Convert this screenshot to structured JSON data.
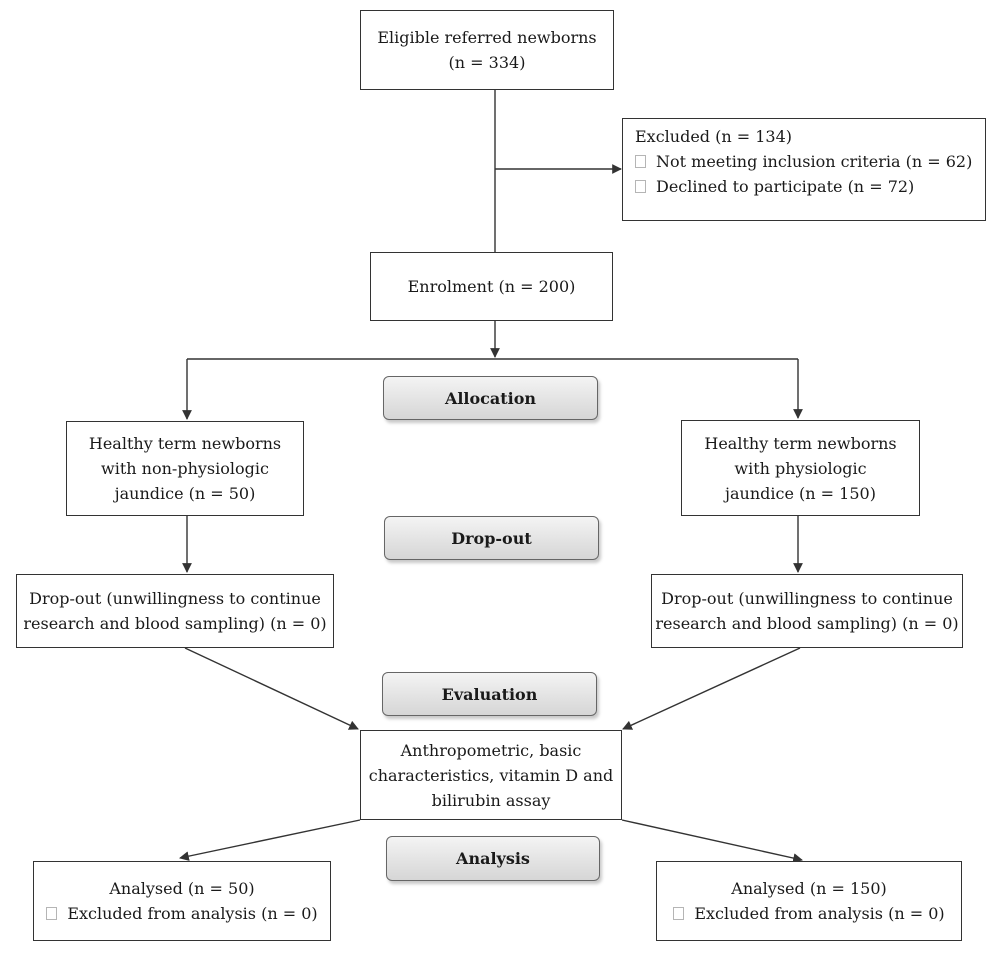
{
  "eligible": {
    "title": "Eligible referred newborns",
    "count": "(n = 334)"
  },
  "excluded": {
    "title": "Excluded (n = 134)",
    "items": [
      "Not meeting inclusion criteria (n = 62)",
      "Declined to participate (n = 72)"
    ]
  },
  "enrolment": {
    "label": "Enrolment (n = 200)"
  },
  "phases": {
    "allocation": "Allocation",
    "dropout": "Drop-out",
    "evaluation": "Evaluation",
    "analysis": "Analysis"
  },
  "left_group": {
    "lines": [
      "Healthy term newborns",
      "with non-physiologic",
      "jaundice (n = 50)"
    ]
  },
  "right_group": {
    "lines": [
      "Healthy term newborns",
      "with physiologic",
      "jaundice (n = 150)"
    ]
  },
  "left_dropout": {
    "lines": [
      "Drop-out (unwillingness to continue",
      "research and blood sampling) (n = 0)"
    ]
  },
  "right_dropout": {
    "lines": [
      "Drop-out (unwillingness to continue",
      "research and blood sampling) (n = 0)"
    ]
  },
  "evaluation_box": {
    "lines": [
      "Anthropometric, basic",
      "characteristics, vitamin D and",
      "bilirubin assay"
    ]
  },
  "left_analysed": {
    "title": "Analysed (n = 50)",
    "item": "Excluded from analysis (n = 0)"
  },
  "right_analysed": {
    "title": "Analysed (n = 150)",
    "item": "Excluded from analysis (n = 0)"
  },
  "colors": {
    "border": "#333333",
    "phase_fill": "#e3e3e3",
    "phase_border": "#666666"
  }
}
